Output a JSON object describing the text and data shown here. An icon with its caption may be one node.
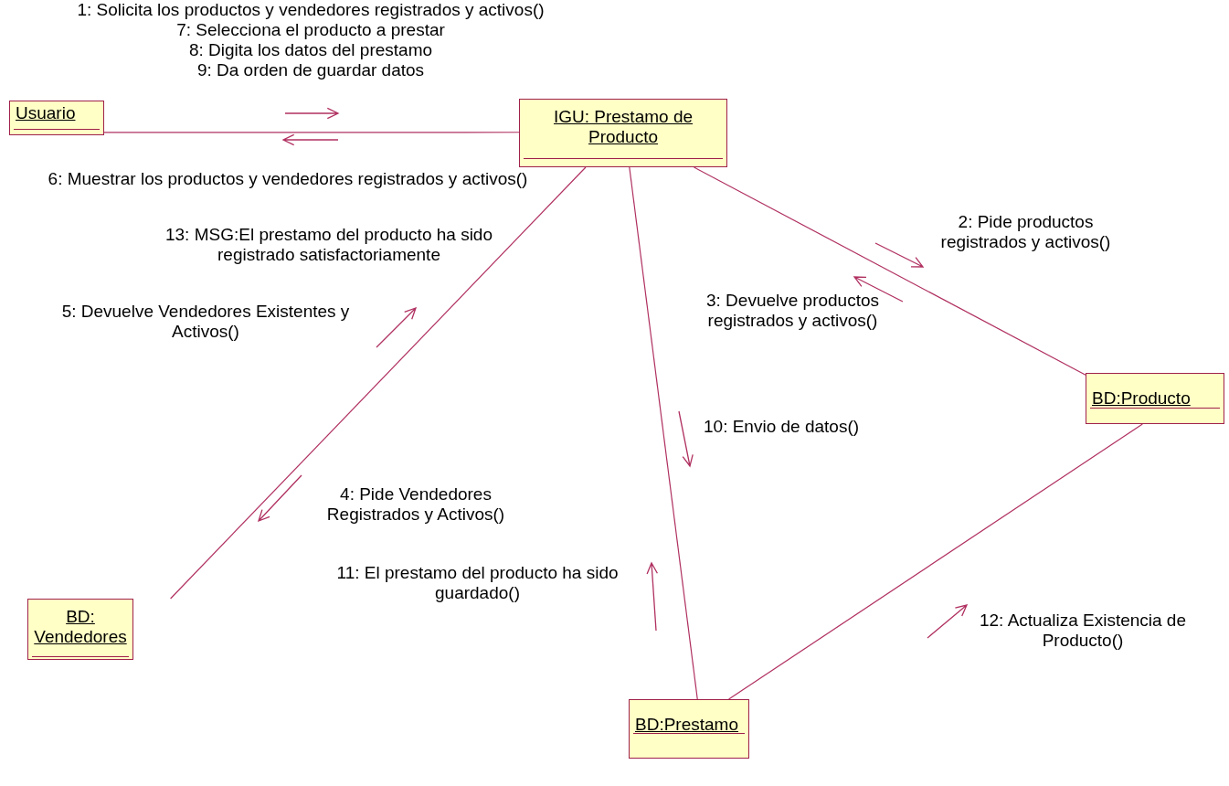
{
  "diagram": {
    "nodes": [
      {
        "text": [
          "Usuario"
        ]
      },
      {
        "text": [
          "IGU: Prestamo de Producto"
        ]
      },
      {
        "text": [
          "BD:Producto"
        ]
      },
      {
        "text": [
          "BD: Vendedores"
        ]
      },
      {
        "text": [
          "BD:Prestamo"
        ]
      }
    ],
    "edges": [
      {
        "from": 0,
        "to": 1,
        "arrow": "none"
      },
      {
        "from": 1,
        "to": 2,
        "arrow": "none"
      },
      {
        "from": 1,
        "to": 3,
        "arrow": "none"
      },
      {
        "from": 1,
        "to": 4,
        "arrow": "none"
      },
      {
        "from": 2,
        "to": 4,
        "arrow": "none"
      }
    ],
    "labels": [
      "1: Solicita los productos y vendedores registrados y activos()",
      "7: Selecciona el producto a prestar",
      "8: Digita los datos del prestamo",
      "9: Da orden de guardar datos",
      "6: Muestrar los productos y vendedores registrados y activos()",
      "13: MSG:El prestamo del producto ha sido registrado satisfactoriamente",
      "2: Pide productos registrados y activos()",
      "5: Devuelve Vendedores Existentes y Activos()",
      "3: Devuelve productos registrados y activos()",
      "10: Envio de datos()",
      "4: Pide Vendedores Registrados y Activos()",
      "11: El prestamo del producto ha sido guardado()",
      "12: Actualiza Existencia de Producto()"
    ]
  }
}
